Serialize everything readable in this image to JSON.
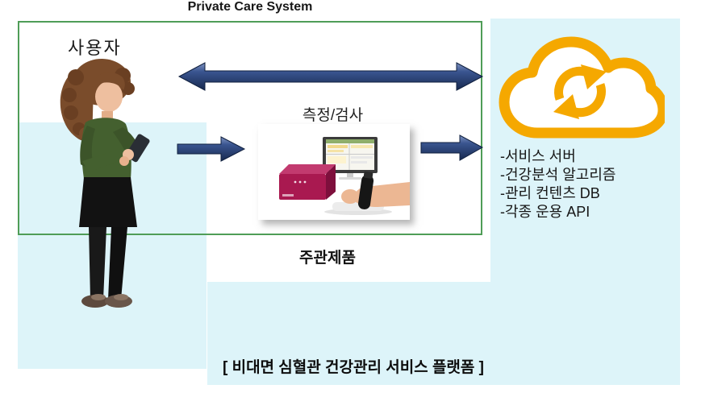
{
  "title": "Private Care System",
  "box": {
    "user_label": "사용자",
    "measure_label": "측정/검사",
    "product_label": "주관제품"
  },
  "cloud_panel": {
    "items": [
      "-서비스 서버",
      "-건강분석 알고리즘",
      "-관리 컨텐츠 DB",
      "-각종 운용 API"
    ]
  },
  "caption": "[ 비대면 심혈관 건강관리 서비스 플랫폼 ]",
  "colors": {
    "pale_blue": "#ddf4f9",
    "green_border": "#4f9d57",
    "arrow_navy": "#24407a",
    "cloud_orange": "#f5a800",
    "device_magenta": "#a91950"
  },
  "icons": [
    "cloud-icon",
    "sync-arrows-icon",
    "bidirectional-arrow",
    "right-arrow"
  ]
}
